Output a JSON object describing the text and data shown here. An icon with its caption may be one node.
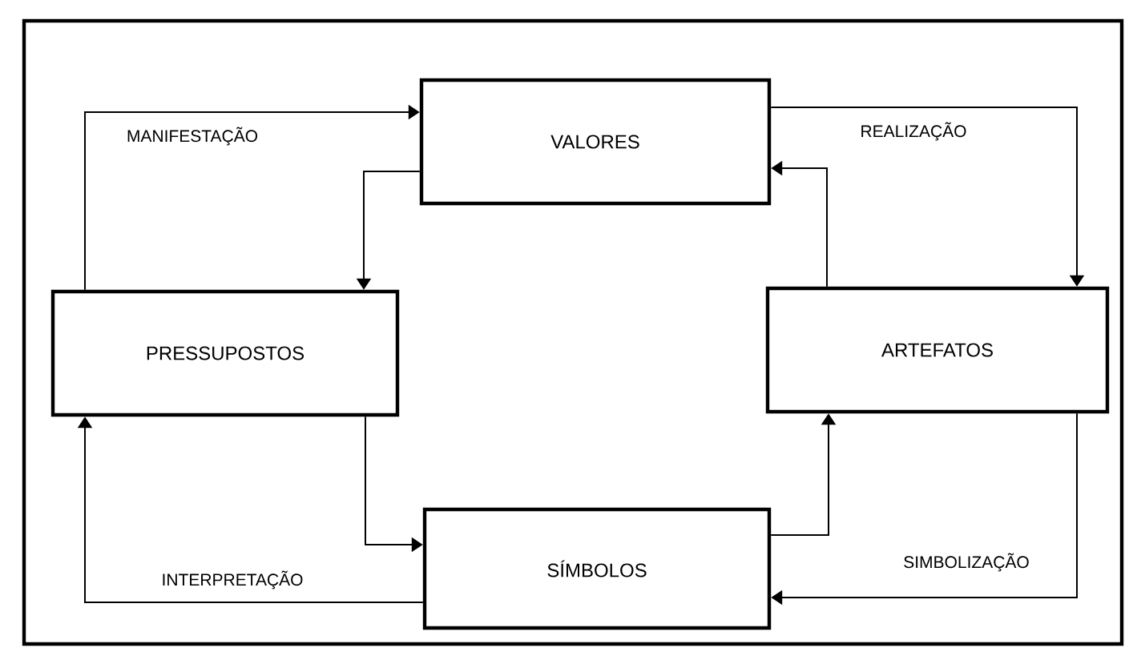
{
  "diagram": {
    "nodes": [
      {
        "text": [
          "VALORES"
        ]
      },
      {
        "text": [
          "PRESSUPOSTOS"
        ]
      },
      {
        "text": [
          "ARTEFATOS"
        ]
      },
      {
        "text": [
          "SÍMBOLOS"
        ]
      }
    ],
    "edges": [
      {
        "from": 1,
        "to": 0,
        "arrow": "to",
        "label": "MANIFESTAÇÃO"
      },
      {
        "from": 0,
        "to": 1,
        "arrow": "to"
      },
      {
        "from": 0,
        "to": 2,
        "arrow": "to",
        "label": "REALIZAÇÃO"
      },
      {
        "from": 2,
        "to": 0,
        "arrow": "to"
      },
      {
        "from": 2,
        "to": 3,
        "arrow": "to",
        "label": "SIMBOLIZAÇÃO"
      },
      {
        "from": 3,
        "to": 2,
        "arrow": "to"
      },
      {
        "from": 3,
        "to": 1,
        "arrow": "to",
        "label": "INTERPRETAÇÃO"
      },
      {
        "from": 1,
        "to": 3,
        "arrow": "to"
      }
    ]
  }
}
